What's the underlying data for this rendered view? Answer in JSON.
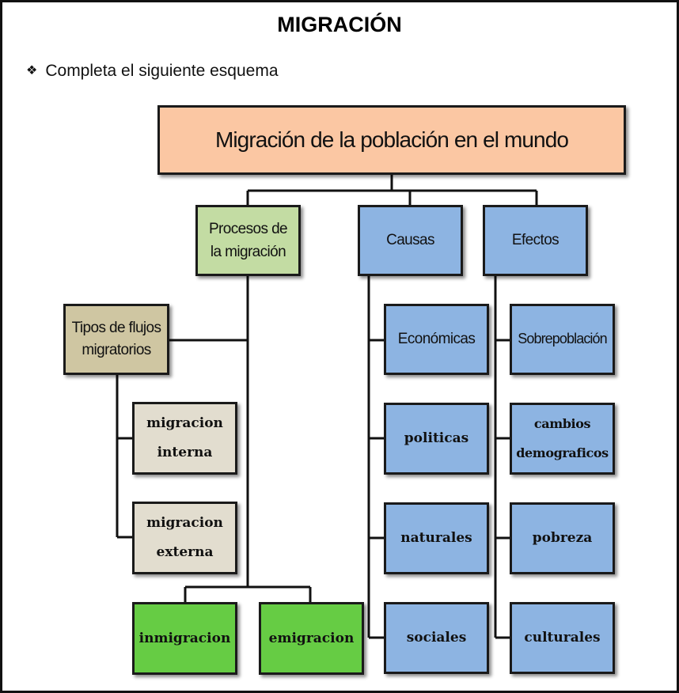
{
  "header": {
    "title": "MIGRACIÓN",
    "instruction_bullet": "❖",
    "instruction": "Completa el siguiente esquema"
  },
  "diagram": {
    "root": "Migración de la población en el mundo",
    "processes": {
      "line1": "Procesos de",
      "line2": "la migración"
    },
    "causes": "Causas",
    "effects": "Efectos",
    "flow_types": {
      "line1": "Tipos de flujos",
      "line2": "migratorios"
    },
    "internal": {
      "line1": "migracion",
      "line2": "interna"
    },
    "external": {
      "line1": "migracion",
      "line2": "externa"
    },
    "immigration": "inmigracion",
    "emigration": "emigracion",
    "cause_items": [
      "Económicas",
      "politicas",
      "naturales",
      "sociales"
    ],
    "effect_items": [
      "Sobrepoblación",
      {
        "line1": "cambios",
        "line2": "demograficos"
      },
      "pobreza",
      "culturales"
    ]
  },
  "colors": {
    "root_fill": "#fbc7a3",
    "process_fill": "#c3dca3",
    "blue_fill": "#8db4e2",
    "tan_fill": "#cfc6a2",
    "beige_fill": "#e2ddcf",
    "green_fill": "#66cc44"
  }
}
